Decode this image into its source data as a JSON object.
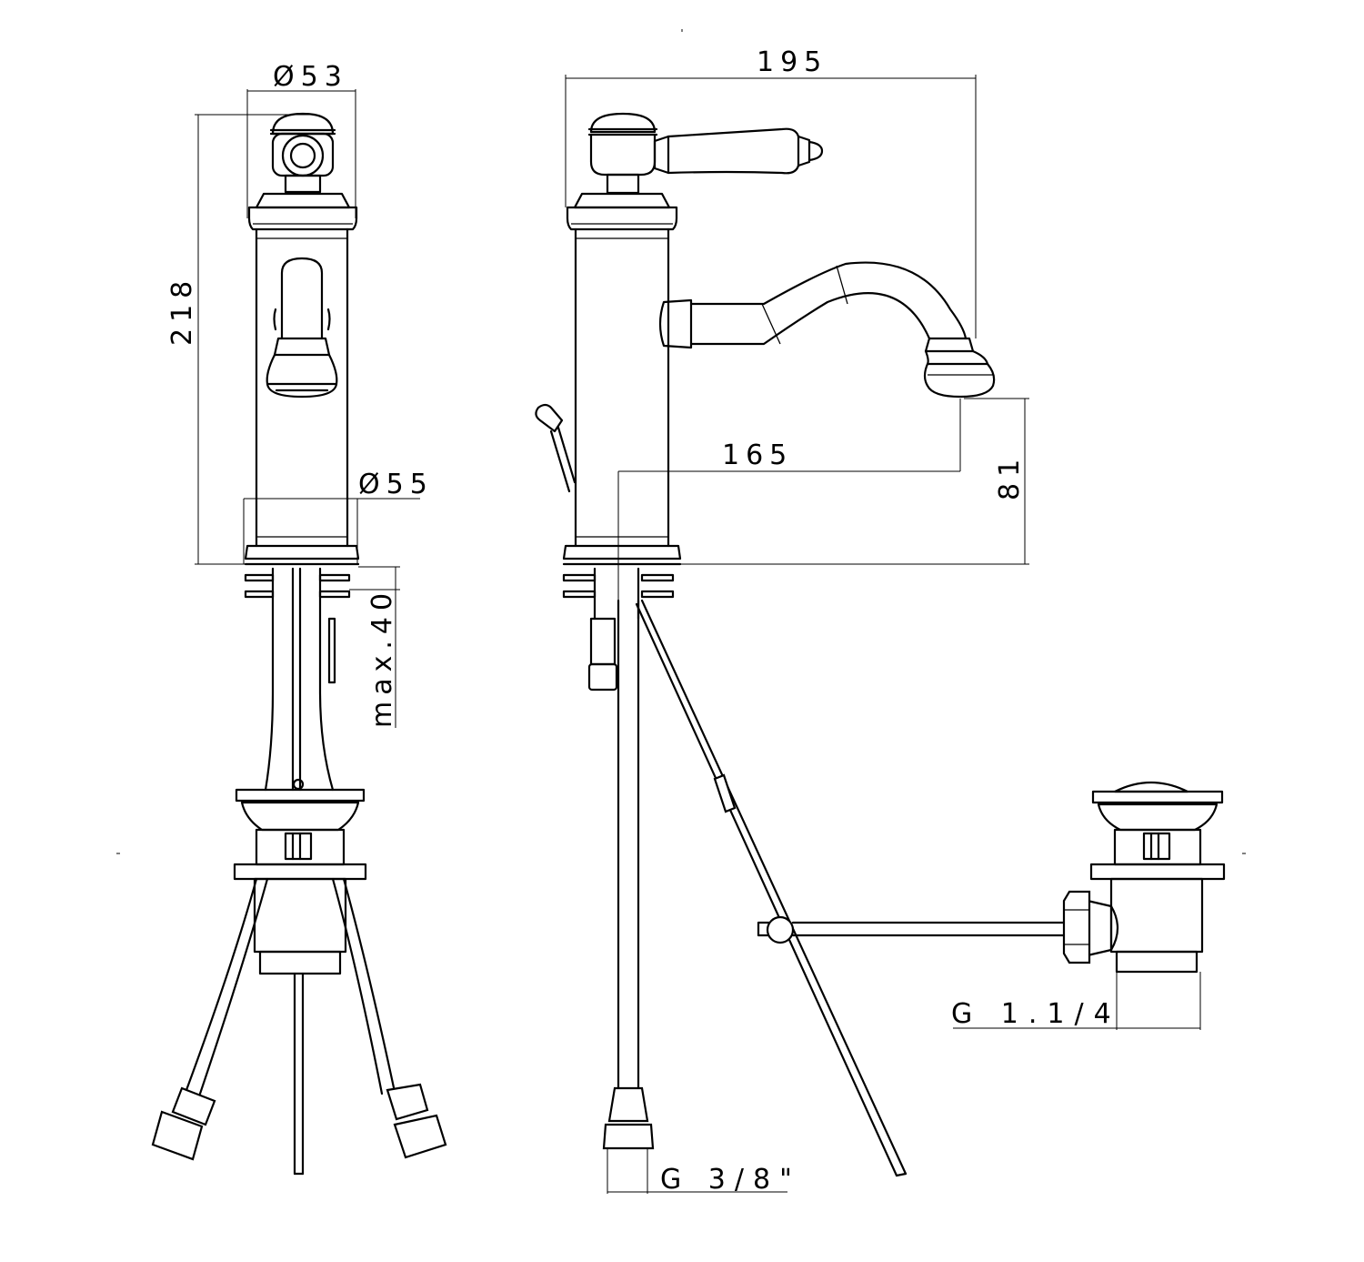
{
  "dimensions": {
    "d53": "Ø53",
    "h218": "218",
    "d55": "Ø55",
    "max40": "max.40",
    "w195": "195",
    "w165": "165",
    "h81": "81",
    "g38": "G 3/8\"",
    "g114": "G 1.1/4"
  },
  "colors": {
    "line": "#000000",
    "background": "#ffffff"
  }
}
